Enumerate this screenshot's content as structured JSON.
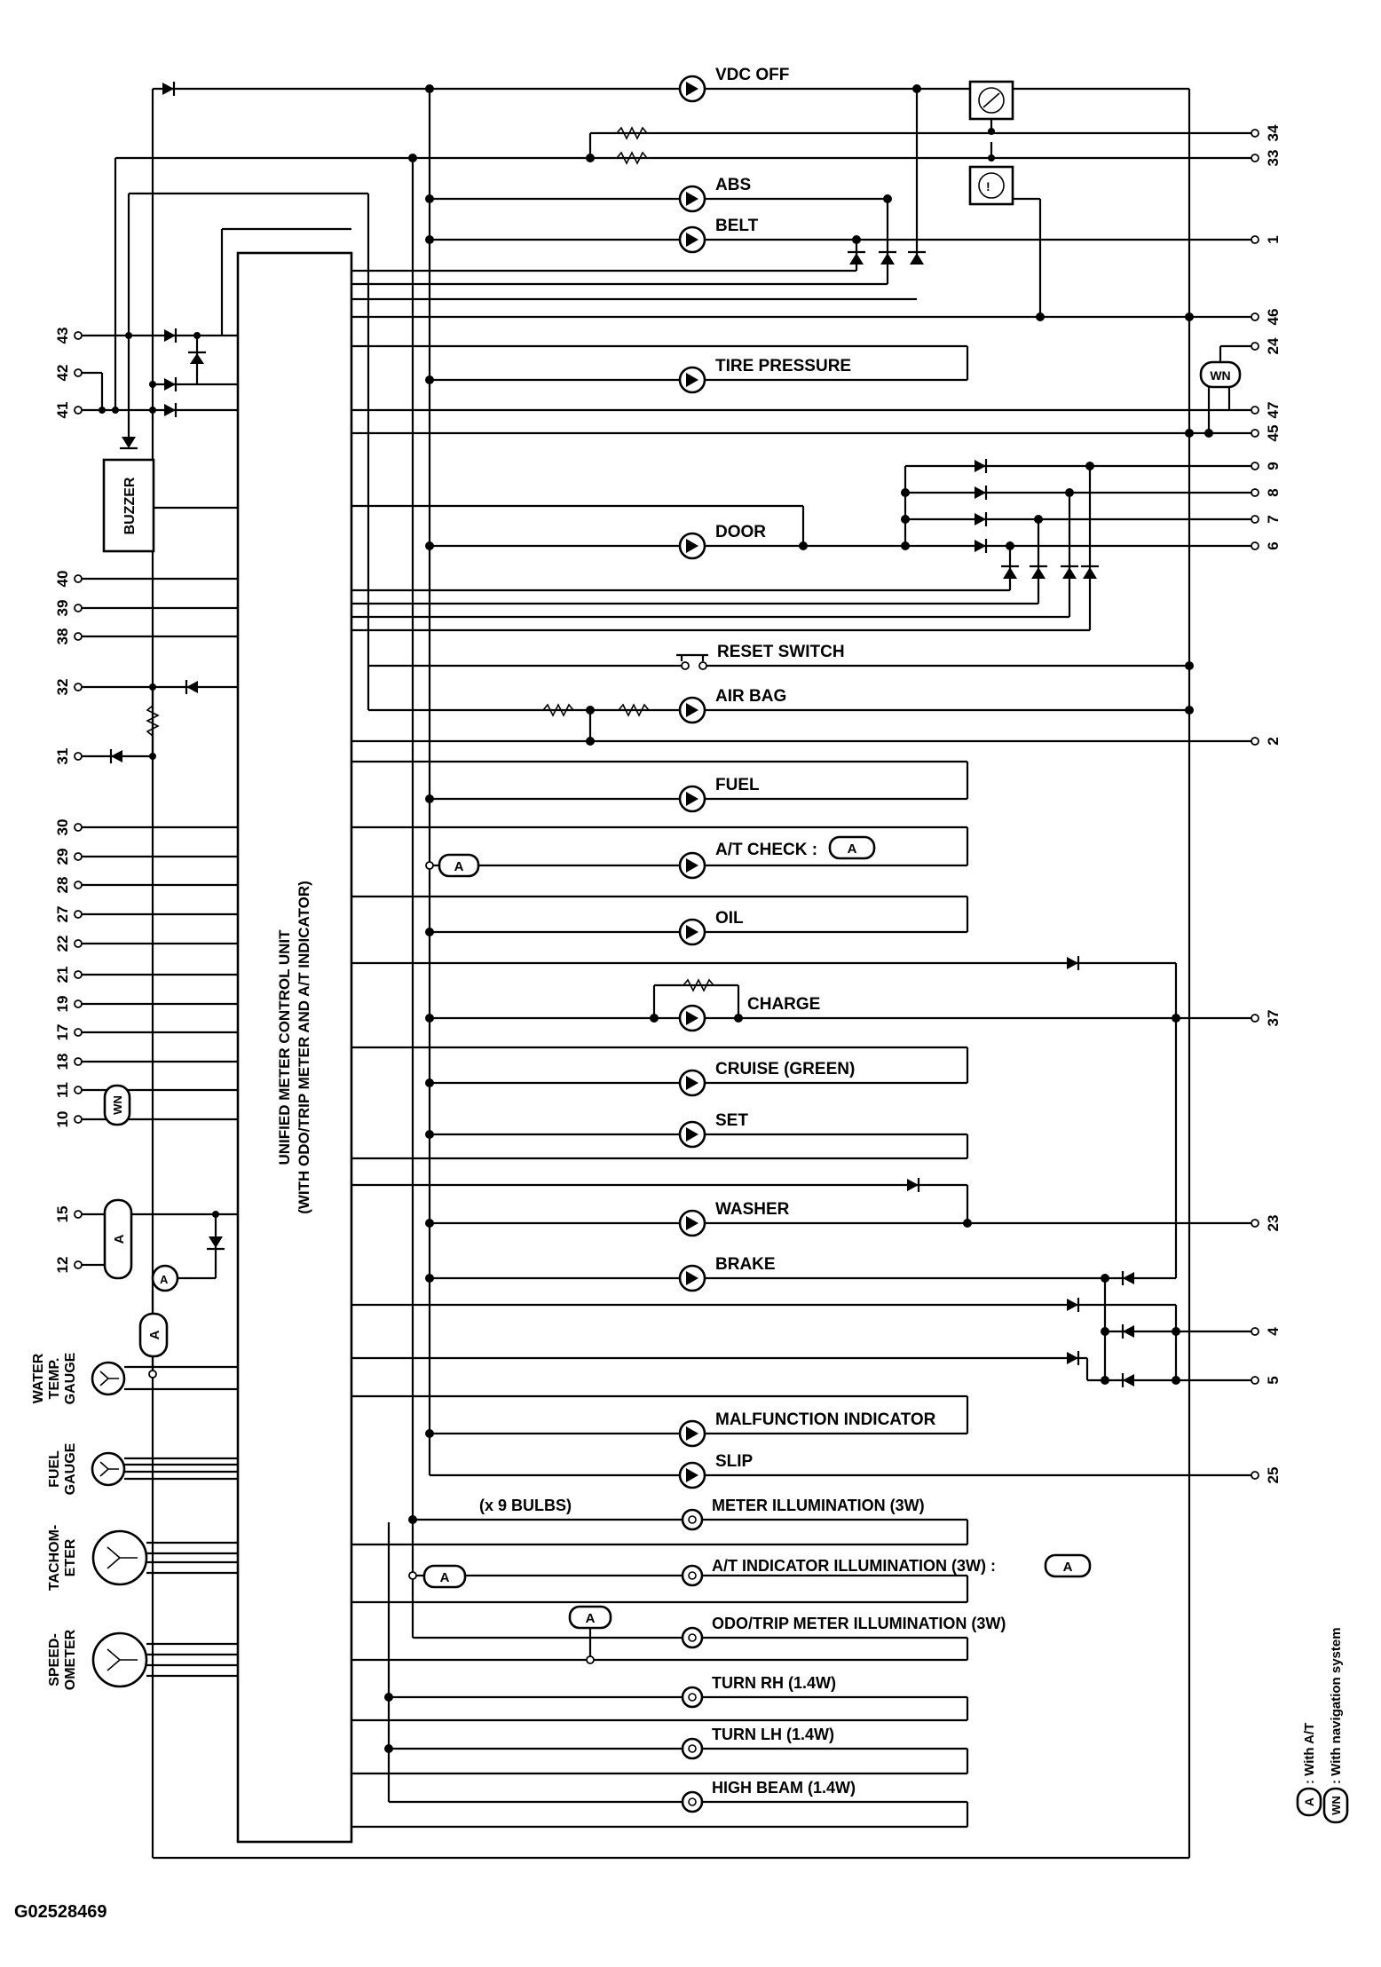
{
  "figure_id": "G02528469",
  "unit": {
    "label_line1": "UNIFIED METER CONTROL UNIT",
    "label_line2": "(WITH ODO/TRIP METER AND A/T INDICATOR)"
  },
  "buzzer_label": "BUZZER",
  "indicators": [
    {
      "id": "vdc-off",
      "label": "VDC OFF"
    },
    {
      "id": "abs",
      "label": "ABS"
    },
    {
      "id": "belt",
      "label": "BELT"
    },
    {
      "id": "tire-pressure",
      "label": "TIRE PRESSURE"
    },
    {
      "id": "door",
      "label": "DOOR"
    },
    {
      "id": "air-bag",
      "label": "AIR BAG"
    },
    {
      "id": "fuel",
      "label": "FUEL"
    },
    {
      "id": "at-check",
      "label": "A/T CHECK :"
    },
    {
      "id": "oil",
      "label": "OIL"
    },
    {
      "id": "charge",
      "label": "CHARGE"
    },
    {
      "id": "cruise",
      "label": "CRUISE (GREEN)"
    },
    {
      "id": "set",
      "label": "SET"
    },
    {
      "id": "washer",
      "label": "WASHER"
    },
    {
      "id": "brake",
      "label": "BRAKE"
    },
    {
      "id": "malfunction",
      "label": "MALFUNCTION INDICATOR"
    },
    {
      "id": "slip",
      "label": "SLIP"
    }
  ],
  "reset_switch_label": "RESET SWITCH",
  "bulb_count_label": "(x 9 BULBS)",
  "illumination": [
    {
      "id": "meter",
      "label": "METER ILLUMINATION (3W)"
    },
    {
      "id": "at-indicator",
      "label": "A/T INDICATOR ILLUMINATION (3W) :"
    },
    {
      "id": "odo-trip",
      "label": "ODO/TRIP METER ILLUMINATION (3W)"
    },
    {
      "id": "turn-rh",
      "label": "TURN RH (1.4W)"
    },
    {
      "id": "turn-lh",
      "label": "TURN LH (1.4W)"
    },
    {
      "id": "high-beam",
      "label": "HIGH BEAM (1.4W)"
    }
  ],
  "gauges": [
    {
      "id": "water-temp",
      "line1": "WATER",
      "line2": "TEMP.",
      "line3": "GAUGE"
    },
    {
      "id": "fuel",
      "line1": "FUEL",
      "line2": "GAUGE"
    },
    {
      "id": "tachometer",
      "line1": "TACHOM-",
      "line2": "ETER"
    },
    {
      "id": "speedometer",
      "line1": "SPEED-",
      "line2": "OMETER"
    }
  ],
  "left_terminals": [
    "43",
    "42",
    "41",
    "40",
    "39",
    "38",
    "32",
    "31",
    "30",
    "29",
    "28",
    "27",
    "22",
    "21",
    "19",
    "17",
    "18",
    "11",
    "10",
    "15",
    "12"
  ],
  "right_terminals": [
    "34",
    "33",
    "1",
    "46",
    "24",
    "47",
    "45",
    "9",
    "8",
    "7",
    "6",
    "2",
    "37",
    "23",
    "4",
    "5",
    "25"
  ],
  "markers": {
    "A": "A",
    "WN": "WN"
  },
  "legend": [
    {
      "symbol": "A",
      "text": ": With A/T"
    },
    {
      "symbol": "WN",
      "text": ": With navigation system"
    }
  ]
}
